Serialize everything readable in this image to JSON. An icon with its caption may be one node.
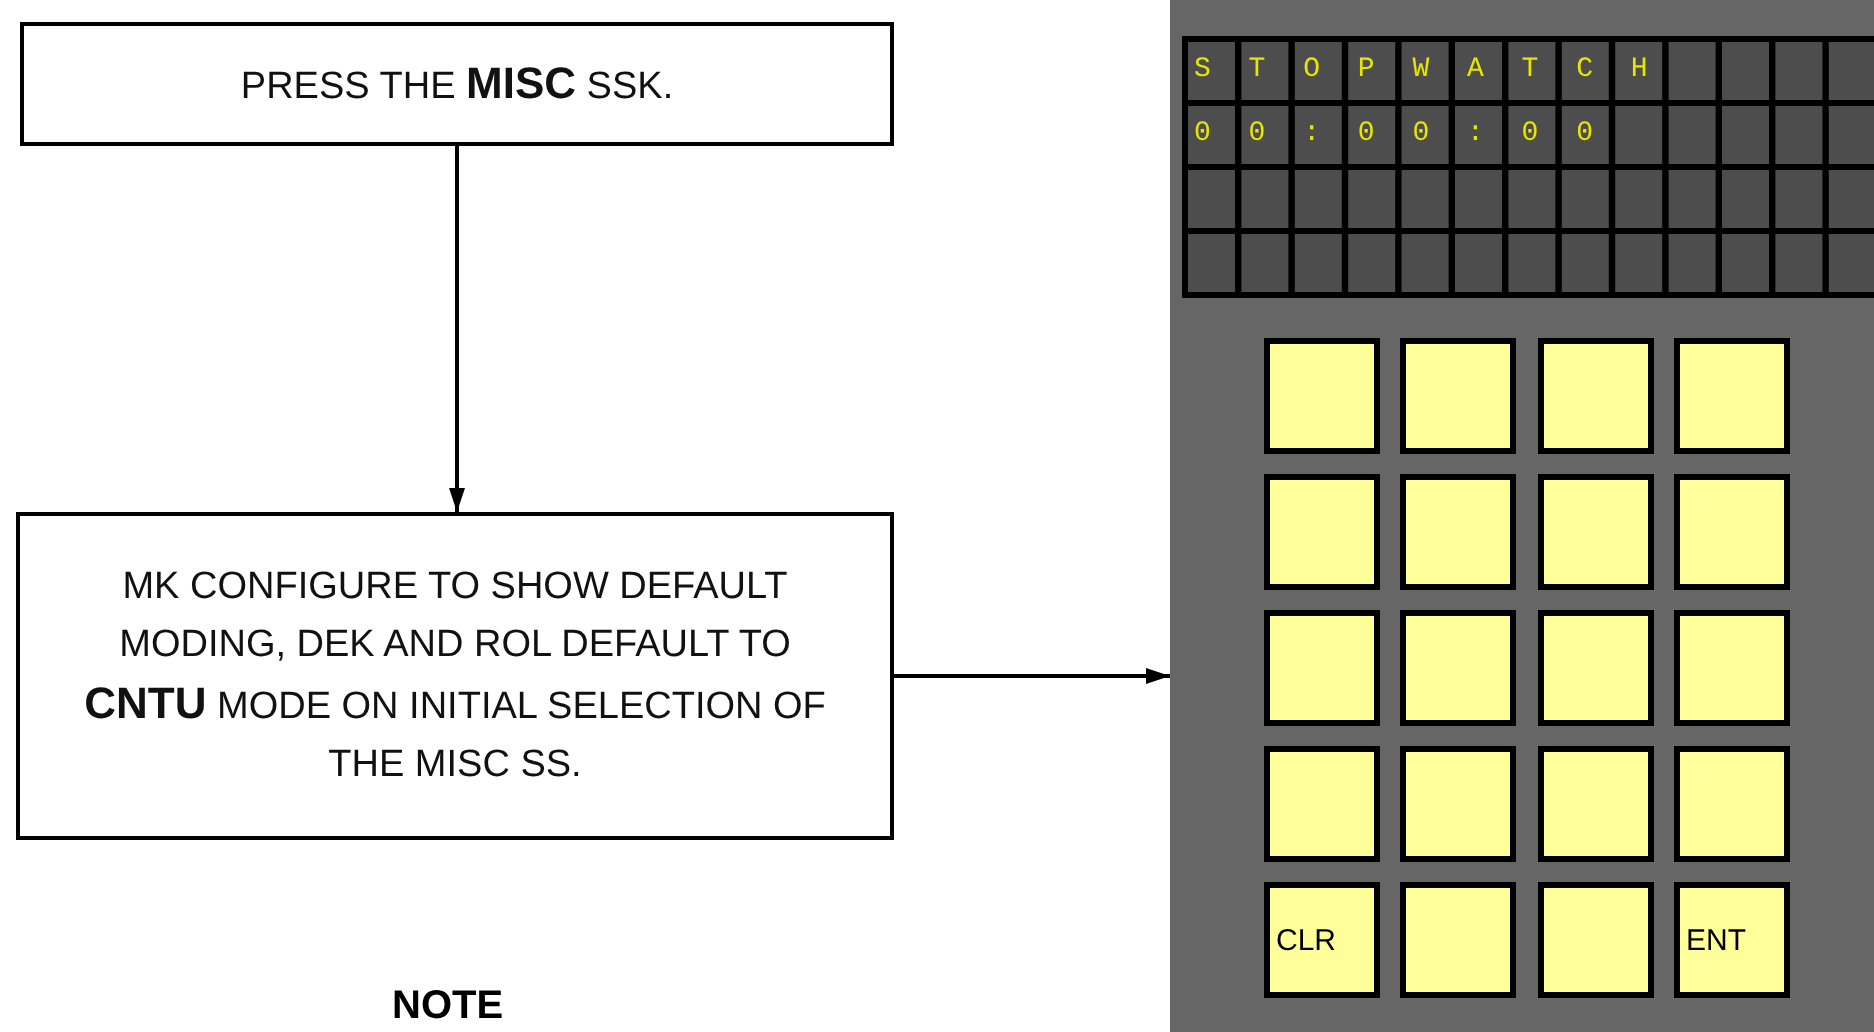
{
  "diagram": {
    "nodes": [
      {
        "text": [
          "PRESS THE **MISC** SSK."
        ]
      },
      {
        "text": [
          "MK CONFIGURE TO SHOW DEFAULT MODING, DEK AND ROL DEFAULT TO **CNTU** MODE ON INITIAL SELECTION OF THE MISC SS."
        ]
      },
      {
        "text": [],
        "shape": "box"
      },
      {
        "text": [
          "STOPWATCH",
          "00:00:00"
        ],
        "in": 2
      },
      {
        "text": [],
        "shape": "box",
        "in": 2
      },
      {
        "text": [],
        "shape": "box",
        "in": 2
      },
      {
        "text": [],
        "shape": "box",
        "in": 2
      },
      {
        "text": [],
        "shape": "box",
        "in": 2
      },
      {
        "text": [],
        "shape": "box",
        "in": 2
      },
      {
        "text": [],
        "shape": "box",
        "in": 2
      },
      {
        "text": [],
        "shape": "box",
        "in": 2
      },
      {
        "text": [],
        "shape": "box",
        "in": 2
      },
      {
        "text": [],
        "shape": "box",
        "in": 2
      },
      {
        "text": [],
        "shape": "box",
        "in": 2
      },
      {
        "text": [],
        "shape": "box",
        "in": 2
      },
      {
        "text": [],
        "shape": "box",
        "in": 2
      },
      {
        "text": [],
        "shape": "box",
        "in": 2
      },
      {
        "text": [],
        "shape": "box",
        "in": 2
      },
      {
        "text": [],
        "shape": "box",
        "in": 2
      },
      {
        "text": [],
        "shape": "box",
        "in": 2
      },
      {
        "text": [
          "CLR"
        ],
        "in": 2
      },
      {
        "text": [],
        "shape": "box",
        "in": 2
      },
      {
        "text": [],
        "shape": "box",
        "in": 2
      },
      {
        "text": [
          "ENT"
        ],
        "in": 2
      }
    ],
    "edges": [
      {
        "from": 0,
        "to": 1,
        "arrow": "to"
      },
      {
        "from": 1,
        "to": 2,
        "arrow": "to"
      }
    ],
    "labels": [
      "NOTE"
    ]
  }
}
